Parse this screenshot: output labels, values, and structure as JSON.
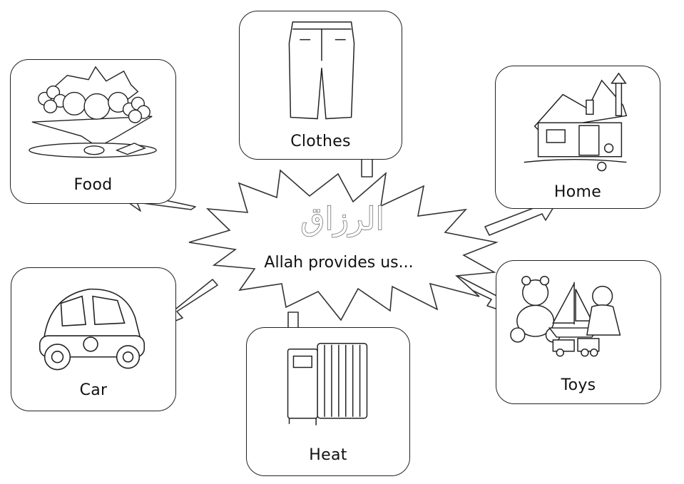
{
  "center": {
    "arabic_title": "الرزاق",
    "subtitle": "Allah provides us..."
  },
  "items": {
    "food": "Food",
    "clothes": "Clothes",
    "home": "Home",
    "car": "Car",
    "heat": "Heat",
    "toys": "Toys"
  }
}
